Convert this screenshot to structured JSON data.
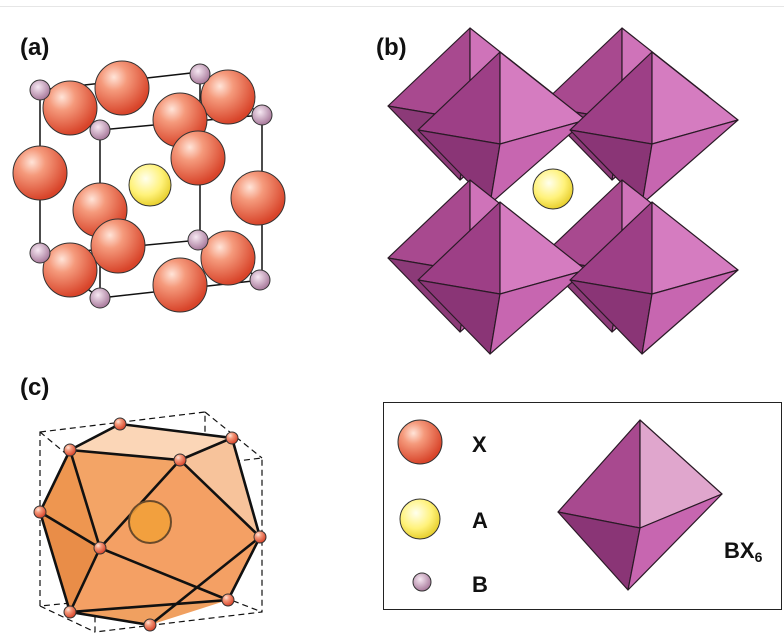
{
  "panels": {
    "a": {
      "label": "(a)"
    },
    "b": {
      "label": "(b)"
    },
    "c": {
      "label": "(c)"
    }
  },
  "legend": {
    "x_label": "X",
    "a_label": "A",
    "b_label": "B",
    "bx6_main": "BX",
    "bx6_sub": "6"
  },
  "colors": {
    "x_atom": "#ef7a5c",
    "a_atom": "#fff07a",
    "b_atom": "#c99ab9",
    "octahedron_light": "#d57cc0",
    "octahedron_dark": "#9d3f86",
    "cuboctahedron": "#f4a064"
  }
}
